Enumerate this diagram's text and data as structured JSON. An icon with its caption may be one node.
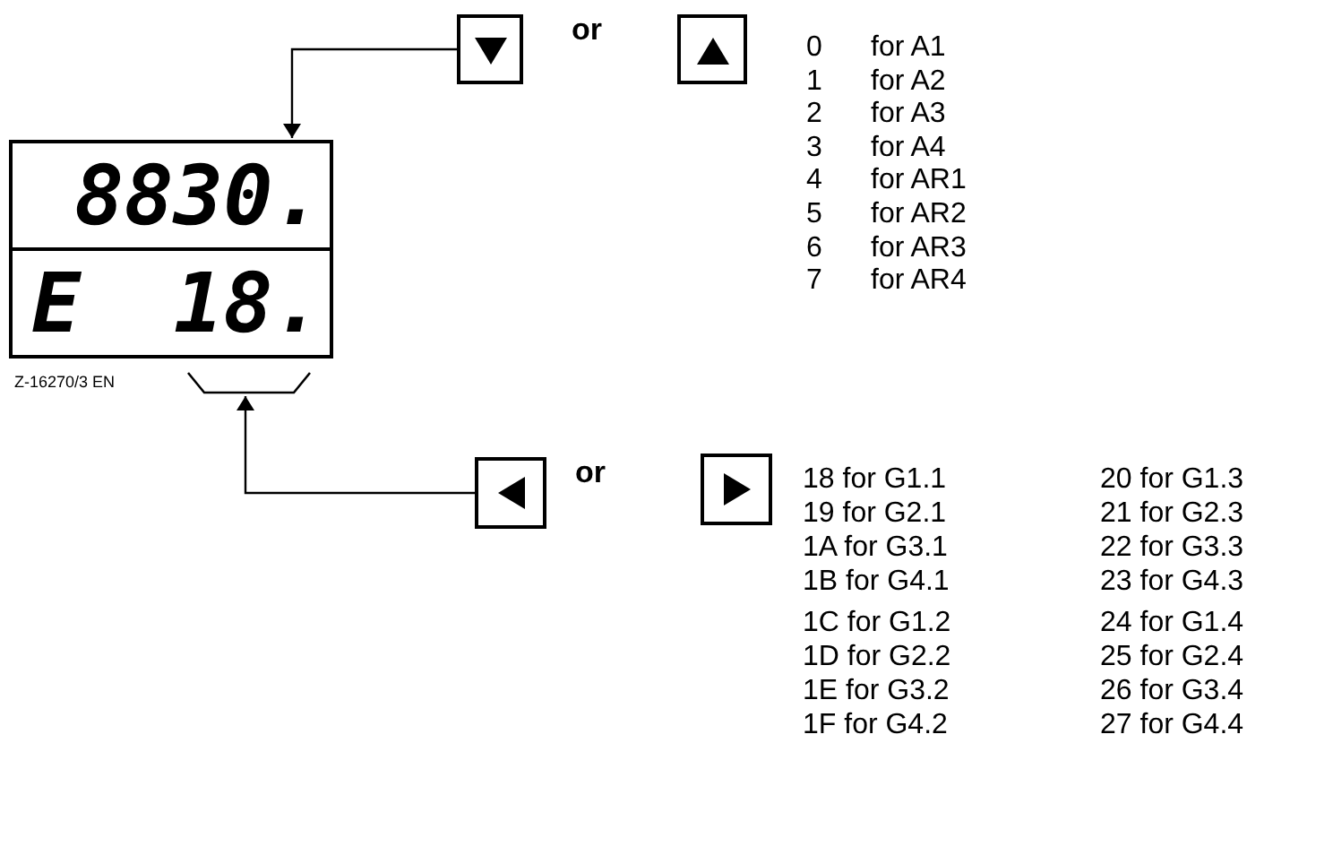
{
  "diagram": {
    "nodes": [
      {
        "text": [],
        "shape": "box"
      },
      {
        "text": [],
        "shape": "box"
      },
      {
        "text": [
          "8830.",
          "E 18."
        ]
      },
      {
        "text": [],
        "shape": "bracket"
      },
      {
        "text": [],
        "shape": "box"
      },
      {
        "text": [],
        "shape": "box"
      }
    ],
    "edges": [
      {
        "from": 0,
        "to": 2,
        "arrow": "to"
      },
      {
        "from": 4,
        "to": 3,
        "arrow": "to"
      }
    ],
    "labels": [
      "or",
      "0",
      "for A1",
      "1",
      "for A2",
      "2",
      "for A3",
      "3",
      "for A4",
      "4",
      "for AR1",
      "5",
      "for AR2",
      "6",
      "for AR3",
      "7",
      "for AR4",
      "Z-16270/3 EN",
      "or",
      "18 for G1.1",
      "20 for G1.3",
      "19 for G2.1",
      "21 for G2.3",
      "1A for G3.1",
      "22 for G3.3",
      "1B for G4.1",
      "23 for G4.3",
      "1C for G1.2",
      "24 for G1.4",
      "1D for G2.2",
      "25 for G2.4",
      "1E for G3.2",
      "26 for G3.4",
      "1F for G4.2",
      "27 for G4.4"
    ]
  }
}
